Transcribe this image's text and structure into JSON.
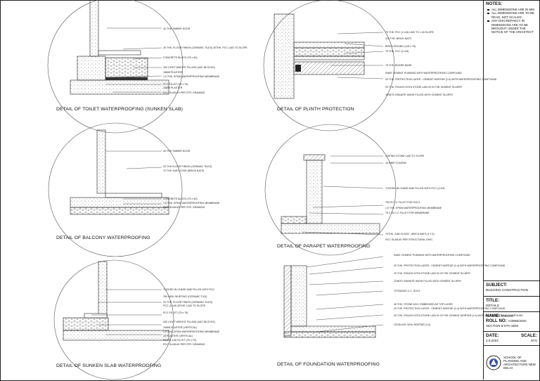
{
  "title_block": {
    "notes_heading": "NOTES:",
    "notes": [
      "ALL DIMENSIONS ARE IN MM.",
      "ALL DIMENSIONS ARE TO BE READ, NOT SCALED.",
      "ANY DISCREPANCY IN DIMENSIONS ARE TO BE BROUGHT UNDER THE NOTICE OF THE ARCHITECT"
    ],
    "subject_label": "SUBJECT:",
    "subject_value": "BUILDING CONSTRUCTION",
    "title_label": "TITLE:",
    "title_value": "DETAILS",
    "name_label": "NAME:",
    "name_value": "DIKSHA",
    "roll_label": "ROLL NO:",
    "roll_value": "A/3985/2020",
    "section_value": "SECTION B 5TH SEM",
    "date_label": "DATE:",
    "date_value": "4.9.2022",
    "scale_label": "SCALE:",
    "scale_value": "NTS",
    "school": "SCHOOL OF PLANNING AND ARCHITECTURE NEW DELHI"
  },
  "details": [
    {
      "caption": "DETAIL OF TOILET WATERPROOFING (SUNKEN SLAB)",
      "labels": [
        "40 THK TIMBER DOOR",
        "20 THK. FLOOR FINISH (CERAMIC TILES) 30THK. PCC LAID TO SLOPE",
        "CONCRETE BLOCK (75 x 40)",
        "200 LIGHT WEIGHT FILLING (AAC BLOCKS)",
        "15MM PLASTER",
        "1.5 THK. EPDM WATERPROOFING MEMBRANE",
        "PCC FILLET (75 x 75)",
        "15MM PLASTER",
        "RCC SLAB AS PER STR. DRAWING"
      ]
    },
    {
      "caption": "DETAIL OF PLINTH PROTECTION",
      "labels": [
        "75 THK. PCC (1:4:8) LAID TO 1:40 SLOPE",
        "115 THK. BRICK BATS",
        "BRICK EDGING (115 x 75)",
        "75 THK. PCC (1:4:8)",
        "75 THK. BOARD BASE",
        "RAKE CEMENT PUNNING WITH WATERPROOFING COMPOUND",
        "20 THK. PROTECTION LAYER - CEMENT MORTAR (1:4) WITH WATERPROOFING COMPOUND",
        "20 THK. ROUGH KOTA STONE LAID IN 20 THK CEMENT SLURRY",
        "JOINTS GRANITE WASH FILLED WITH CEMENT SLURRY"
      ]
    },
    {
      "caption": "DETAIL OF BALCONY WATERPROOFING",
      "labels": [
        "40 THK TIMBER DOOR",
        "20 THK FLOOR FINISH (CERAMIC TILES)",
        "70 THK SUB FLOOR (BRICK BATS)",
        "CONCRETE BLOCK (75 x 40)",
        "1.5 THK. EPDM WATERPROOFING MEMBRANE",
        "RCC SLAB AS PER STR. DRAWING"
      ]
    },
    {
      "caption": "DETAIL OF PARAPET WATERPROOFING",
      "labels": [
        "COPING STONE LAID TO SLOPE",
        "15 DRIP COURSE",
        "TUCKED IN CHASE AND FILLED WITH PCC (1:4:8)",
        "75X75 C.C FILLET FOR SOLS",
        "1.5 THK. EPDM WATERPROOFING MEMBRANE",
        "75 X 75 C.C FILLET FOR MEMBRANE",
        "70THK. SUB FLOOR - BRICK BATS (1:7:3)",
        "RCC SLAB AS PER STRUCTURAL DWG."
      ]
    },
    {
      "caption": "DETAIL OF SUNKEN SLAB WATERPROOFING",
      "labels": [
        "TUCKED IN CHASE AND FILLED WITH PCC",
        "150 HIGH SKIRTING (CERAMIC TILE)",
        "20 THK. FLOOR FINISH (CERAMIC TILES)",
        "PCC (1:4:8) 30THK. LAID TO SLOPE",
        "PCC FILLET (75 x 75)",
        "200 LIGHT WEIGHT FILLING (AAC BLOCKS)",
        "15MM PLASTER (VERTICAL)",
        "1.5 THK. EPDM WATERPROOFING MEMBRANE",
        "15 PLASTER (VERTICAL)",
        "PCC (1:4:8) FILLET (75 x 75)",
        "RCC SLAB AS PER STR. DRAWING"
      ]
    },
    {
      "caption": "DETAIL OF FOUNDATION WATERPROOFING",
      "labels": [
        "RAKE CEMENT PUNNING WITH WATERPROOFING COMPOUND",
        "20 THK. PROTECTION LAYER - CEMENT MORTAR (1:4) WITH WATERPROOFING COMPOUND",
        "20 THK. ROUGH KOTA STONE LAID IN 20 THK CEMENT SLURRY",
        "JOINTS GRANITE WASH FILLED WITH CEMENT SLURRY",
        "75 RADIUS C.C. SOLS",
        "40 THK. STONE AGG. EMBEDDED AS TOP LAYER",
        "20 THK. PROTECTION LAYER - CEMENT MORTAR (1:4) WITH WATERPROOFING COMPOUND",
        "20 THK. ROUGH KOTA STONE LAID IN 20 THK CEMENT MORTAR (1:4) WITH WATERPROOFING COMPOUND",
        "LEVELING CEM. MORTAR (1:4)"
      ]
    }
  ]
}
